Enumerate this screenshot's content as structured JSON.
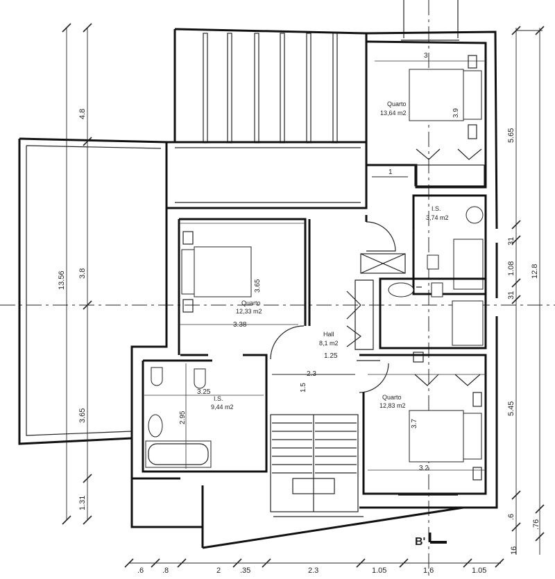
{
  "rooms": {
    "quarto_top": {
      "name": "Quarto",
      "area": "13,64 m2"
    },
    "quarto_mid": {
      "name": "Quarto",
      "area": "12,33 m2"
    },
    "quarto_bottom": {
      "name": "Quarto",
      "area": "12,83 m2"
    },
    "is": {
      "name": "I.S.",
      "area": "3,74 m2"
    },
    "hall": {
      "name": "Hall",
      "area": "8,1 m2"
    },
    "is2": {
      "name": "I.S.",
      "area": "9,44 m2"
    }
  },
  "room_dims": {
    "top_w": "3",
    "top_h": "3.9",
    "top_step": "1",
    "mid_h": "3.65",
    "mid_w": "3.38",
    "hall_w": "1.25",
    "hall_w2": "2.3",
    "hall_h": "1.5",
    "bath_w": "3.25",
    "bath_h": "2.95",
    "bottom_h": "3.7",
    "bottom_w": "3.2"
  },
  "left_dims": {
    "total": "13.56",
    "seg1": "4.8",
    "seg2": "3.8",
    "seg3": "3.65",
    "seg4": "1.31"
  },
  "right_dims": {
    "total": "12.8",
    "seg1": "5.65",
    "seg2": "31",
    "seg3": "1.08",
    "seg4": "31",
    "seg5": "5.45",
    "seg6": ".6",
    "seg7": ".76",
    "seg8": "16"
  },
  "bottom_dims": {
    "d1": ".6",
    "d2": ".8",
    "d3": "2",
    "d4": ".35",
    "d5": "2.3",
    "d6": "1.05",
    "d7": "1.6",
    "d8": "1.05"
  },
  "section_marker": "B'"
}
